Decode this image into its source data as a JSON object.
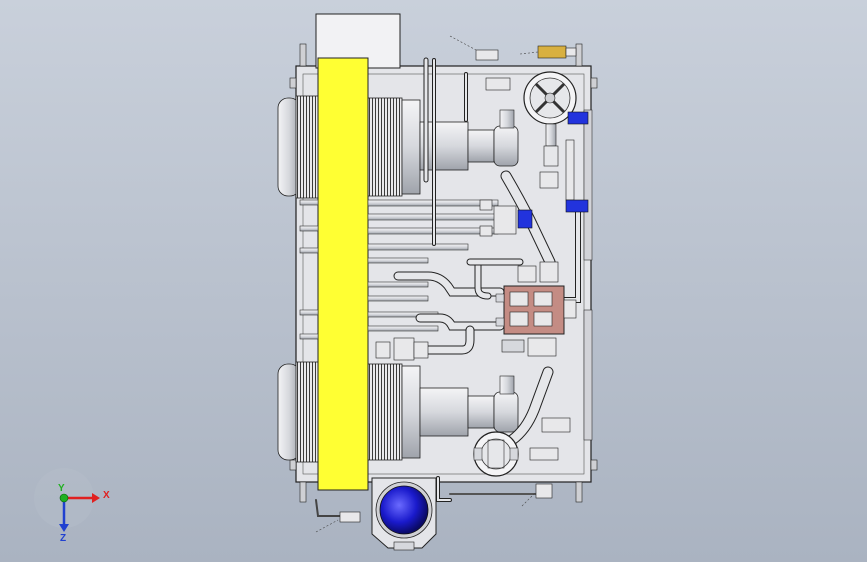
{
  "triad": {
    "x_label": "X",
    "y_label": "Y",
    "z_label": "Z",
    "x_color": "#e02020",
    "y_color": "#20b020",
    "z_color": "#2040d0"
  },
  "colors": {
    "background_top": "#c9d0db",
    "background_bottom": "#aab3c1",
    "yellow_cover": "#ffff33",
    "valve_block": "#c48c84",
    "pump_blue": "#1a1acc",
    "accent_blue": "#2233dd",
    "brass": "#d8b040",
    "metal": "#dcdde2",
    "edge": "#202020"
  }
}
